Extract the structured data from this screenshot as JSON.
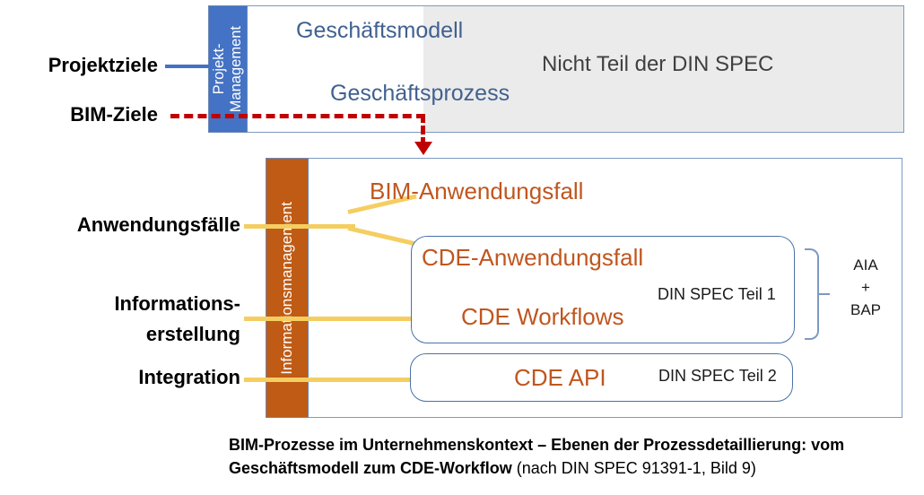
{
  "diagram": {
    "top_layer": {
      "vertical_bar_label": "Projekt-\nManagement",
      "business_model_label": "Geschäftsmodell",
      "business_process_label": "Geschäftsprozess",
      "out_of_scope_label": "Nicht Teil der DIN SPEC"
    },
    "bottom_layer": {
      "vertical_bar_label": "Informationsmanagement",
      "bim_use_case_label": "BIM-Anwendungsfall",
      "cde_use_case_label": "CDE-Anwendungsfall",
      "cde_workflows_label": "CDE Workflows",
      "cde_api_label": "CDE API",
      "din_part1_label": "DIN SPEC Teil 1",
      "din_part2_label": "DIN SPEC Teil 2",
      "bracket_label": "AIA\n+\nBAP"
    },
    "side_labels": {
      "project_goals": "Projektziele",
      "bim_goals": "BIM-Ziele",
      "use_cases": "Anwendungsfälle",
      "information_creation": "Informations-\nerstellung",
      "integration": "Integration"
    },
    "caption": {
      "bold_part": "BIM-Prozesse im Unternehmenskontext – Ebenen der Prozessdetaillierung: vom Geschäftsmodell zum CDE-Workflow ",
      "normal_part": "(nach DIN SPEC 91391-1, Bild 9)"
    },
    "colors": {
      "project_management_blue": "#4472C4",
      "information_management_orange": "#BF5B15",
      "bim_goals_red": "#C00000",
      "connector_yellow": "#F5CE62",
      "heading_blue": "#41618F",
      "cde_orange_text": "#C0561E",
      "box_border_blue": "#7C9AC0",
      "out_of_scope_grey": "#EBEBEB"
    }
  }
}
